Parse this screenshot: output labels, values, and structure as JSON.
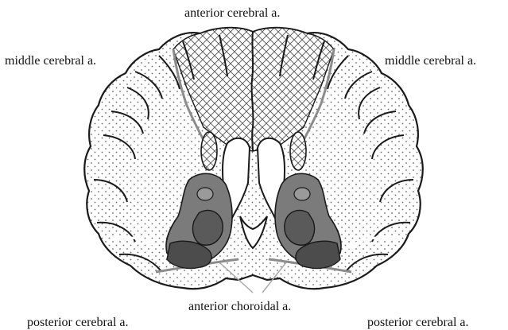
{
  "labels": {
    "anterior_cerebral": "anterior cerebral a.",
    "middle_cerebral_left": "middle cerebral a.",
    "middle_cerebral_right": "middle cerebral a.",
    "anterior_choroidal": "anterior choroidal a.",
    "posterior_cerebral_left": "posterior cerebral a.",
    "posterior_cerebral_right": "posterior cerebral a."
  },
  "colors": {
    "outline": "#1a1a1a",
    "anterior_crosshatch": "#555555",
    "middle_dots": "#6a6a6a",
    "deep_gray": "#7b7b7b",
    "deep_dark": "#4c4c4c",
    "leader_line": "#aaaaaa"
  }
}
